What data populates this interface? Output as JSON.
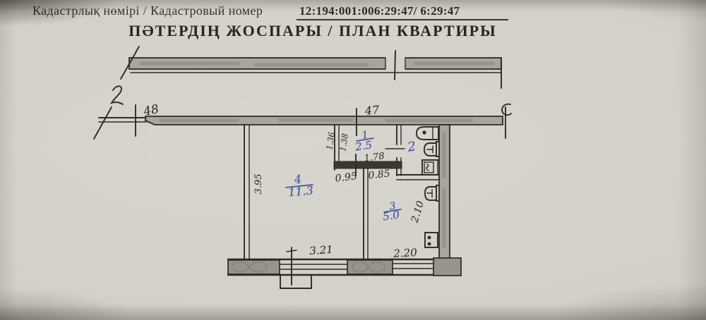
{
  "document": {
    "kadastr_label": "Кадастрлық нөмірі  / Кадастровый номер",
    "kadastr_number": "12:194:001:006:29:47/ 6:29:47",
    "title": "ПӘТЕРДІҢ ЖОСПАРЫ /  ПЛАН КВАРТИРЫ"
  },
  "plan": {
    "rooms": {
      "r1": {
        "number": "1",
        "area": "2.5"
      },
      "r2": {
        "number": "2"
      },
      "r3": {
        "number": "3",
        "area": "5.0"
      },
      "r4": {
        "number": "4",
        "area": "11.3"
      }
    },
    "dims": {
      "top_left": "48",
      "top_right": "47",
      "room4_depth": "3.95",
      "hall_outer": "1.36",
      "hall_inner": "1.38",
      "hall_width": "1.78",
      "opening_left": "0.95",
      "opening_right": "0.85",
      "room4_width": "3.21",
      "kitchen_width": "2.20",
      "kitchen_depth": "2.10"
    },
    "colors": {
      "ink": "#2d2b26",
      "blue_ink": "#32459c",
      "paper": "#d3d0c7",
      "wall_fill": "#a9a59b"
    }
  }
}
